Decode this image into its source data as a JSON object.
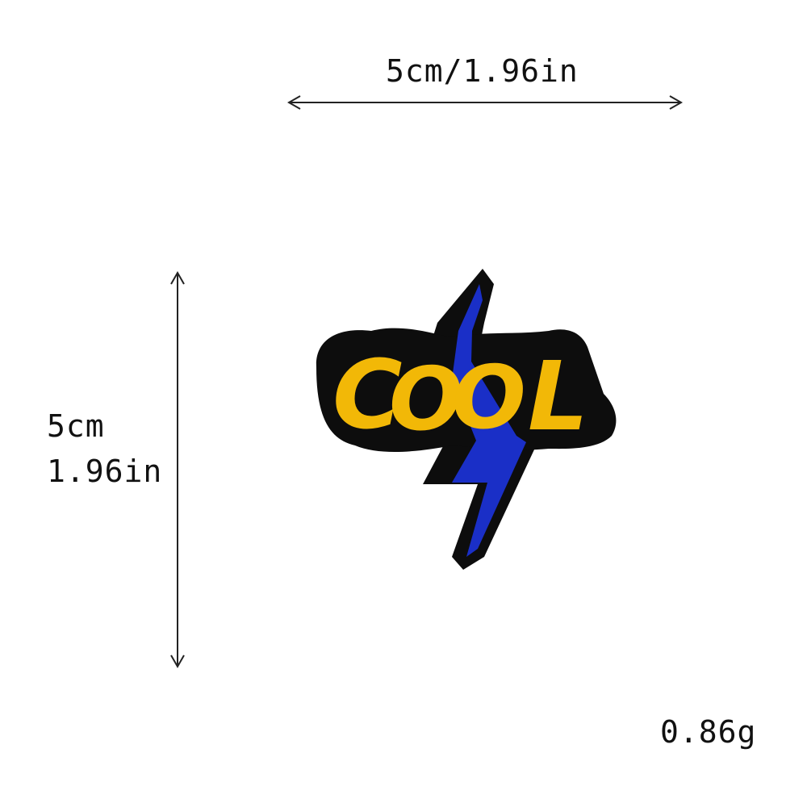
{
  "dimensions": {
    "width_label": "5cm/1.96in",
    "height_label_cm": "5cm",
    "height_label_in": "1.96in"
  },
  "weight_label": "0.86g",
  "patch": {
    "text": "COOL",
    "colors": {
      "border": "#0d0d0d",
      "letters": "#f2b807",
      "lightning": "#1a2fc7",
      "arrow": "#222222"
    }
  }
}
